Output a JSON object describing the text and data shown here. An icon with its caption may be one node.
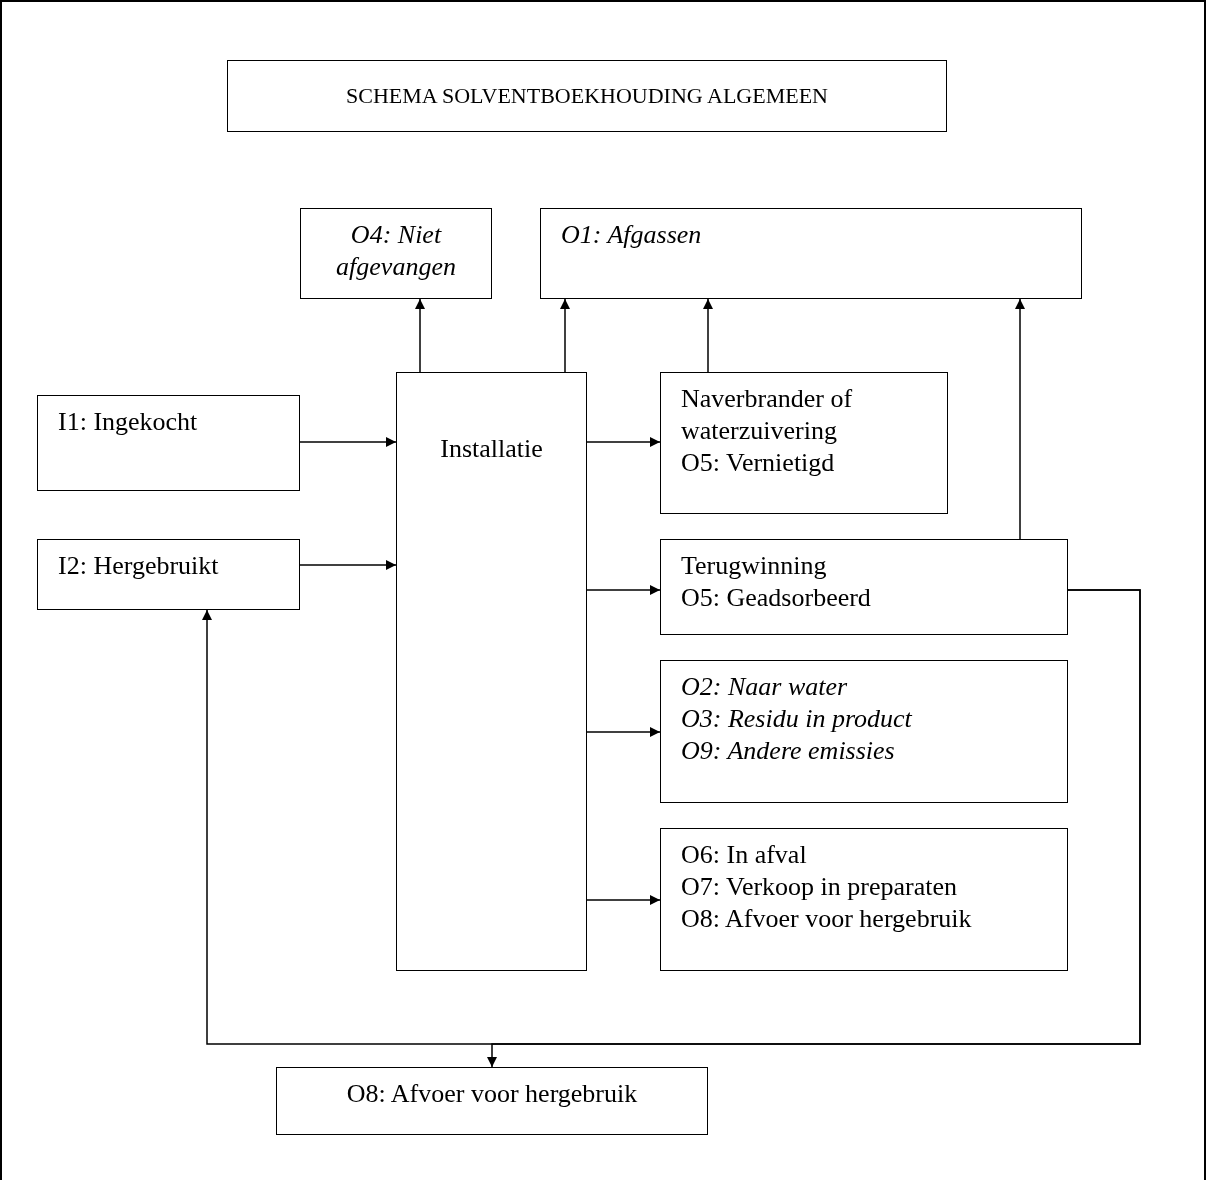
{
  "diagram": {
    "title": "SCHEMA SOLVENTBOEKHOUDING ALGEMEEN",
    "nodes": [
      {
        "text": [
          "O4: Niet afgevangen"
        ]
      },
      {
        "text": [
          "O1: Afgassen"
        ]
      },
      {
        "text": [
          "I1: Ingekocht"
        ]
      },
      {
        "text": [
          "Installatie"
        ]
      },
      {
        "text": [
          "Naverbrander of waterzuivering",
          "O5: Vernietigd"
        ]
      },
      {
        "text": [
          "I2: Hergebruikt"
        ]
      },
      {
        "text": [
          "Terugwinning",
          "O5: Geadsorbeerd"
        ]
      },
      {
        "text": [
          "O2: Naar water",
          "O3: Residu in product",
          "O9: Andere emissies"
        ]
      },
      {
        "text": [
          "O6: In afval",
          "O7: Verkoop in preparaten",
          "O8: Afvoer voor hergebruik"
        ]
      },
      {
        "text": [
          "O8: Afvoer voor hergebruik"
        ]
      }
    ],
    "edges": [
      {
        "from": 2,
        "to": 3,
        "arrow": "to"
      },
      {
        "from": 5,
        "to": 3,
        "arrow": "to"
      },
      {
        "from": 3,
        "to": 0,
        "arrow": "to"
      },
      {
        "from": 3,
        "to": 1,
        "arrow": "to"
      },
      {
        "from": 3,
        "to": 4,
        "arrow": "to"
      },
      {
        "from": 4,
        "to": 1,
        "arrow": "to"
      },
      {
        "from": 6,
        "to": 1,
        "arrow": "to"
      },
      {
        "from": 3,
        "to": 6,
        "arrow": "to"
      },
      {
        "from": 3,
        "to": 7,
        "arrow": "to"
      },
      {
        "from": 3,
        "to": 8,
        "arrow": "to"
      },
      {
        "from": 6,
        "to": 5,
        "arrow": "to"
      },
      {
        "from": 6,
        "to": 9,
        "arrow": "to"
      }
    ]
  }
}
